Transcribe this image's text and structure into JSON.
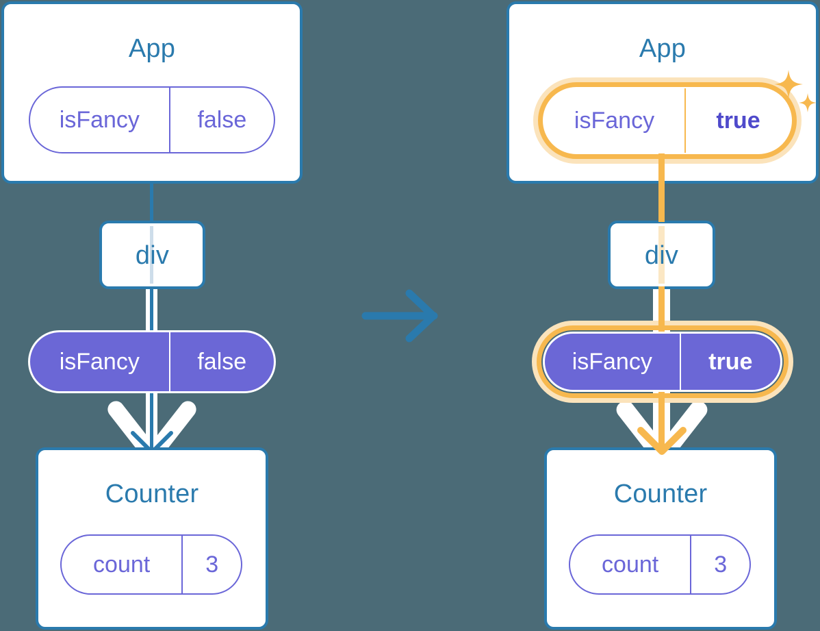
{
  "meta": {
    "diagram_title": "react-state-propagation-before-after",
    "background_color": "#4b6b77",
    "accent_blue": "#2a7aad",
    "accent_purple": "#6b67d6",
    "accent_orange": "#f7b84e",
    "accent_orange_light": "#fbe3bb"
  },
  "transition": {
    "icon": "arrow-right-icon",
    "color": "#2a7aad"
  },
  "before": {
    "app": {
      "title": "App",
      "state": {
        "key": "isFancy",
        "value": "false",
        "highlighted": false
      }
    },
    "div": {
      "label": "div"
    },
    "prop": {
      "key": "isFancy",
      "value": "false",
      "highlighted": false
    },
    "counter": {
      "title": "Counter",
      "state": {
        "key": "count",
        "value": "3",
        "highlighted": false
      }
    },
    "connector_color": "#2a7aad"
  },
  "after": {
    "app": {
      "title": "App",
      "state": {
        "key": "isFancy",
        "value": "true",
        "highlighted": true
      }
    },
    "div": {
      "label": "div"
    },
    "prop": {
      "key": "isFancy",
      "value": "true",
      "highlighted": true
    },
    "counter": {
      "title": "Counter",
      "state": {
        "key": "count",
        "value": "3",
        "highlighted": false
      }
    },
    "connector_color": "#f7b84e",
    "sparkle_icon_top": "sparkles-icon",
    "sparkle_icon_mid": "sparkles-icon"
  }
}
